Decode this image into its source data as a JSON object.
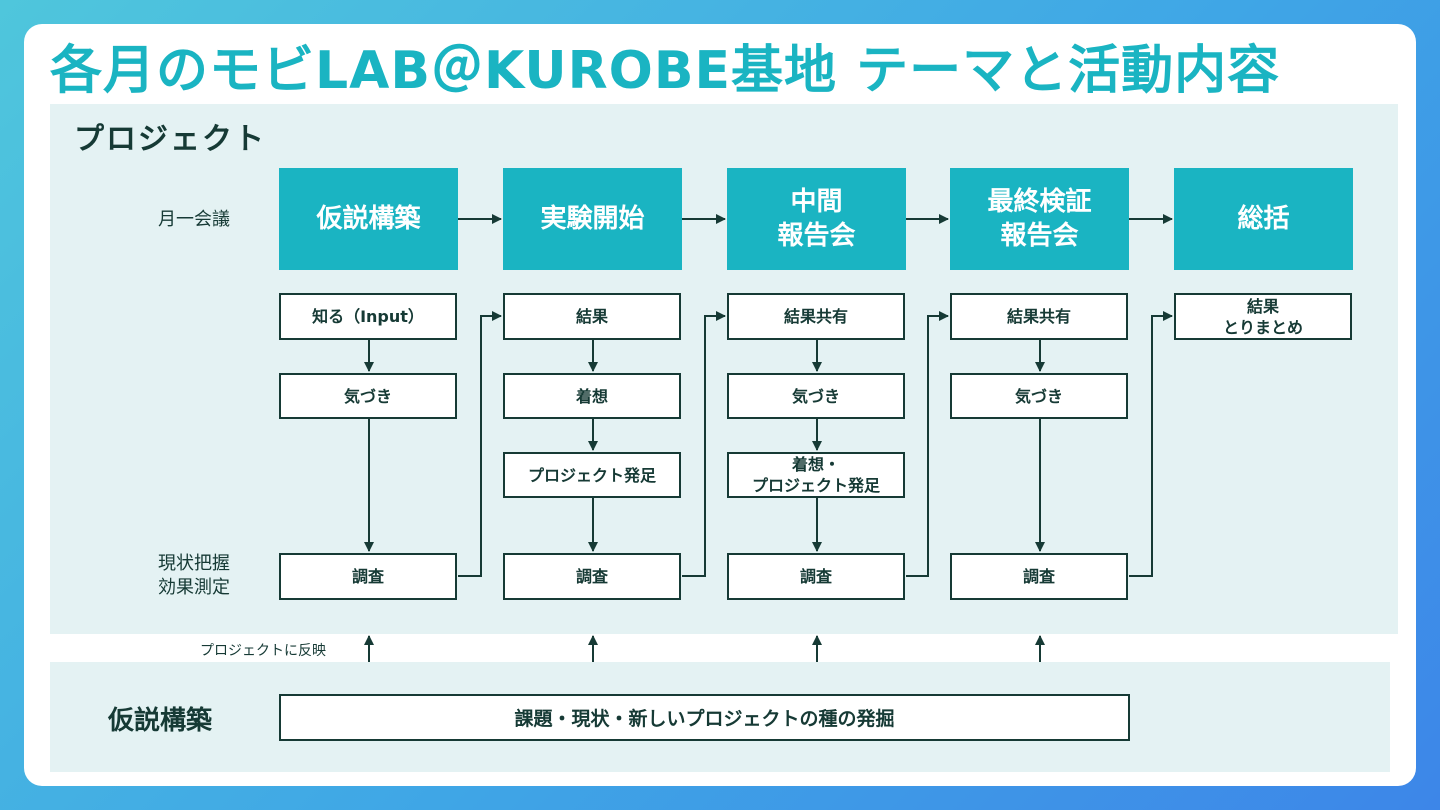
{
  "title": "各月のモビLAB＠KUROBE基地 テーマと活動内容",
  "project_section": {
    "title": "プロジェクト",
    "row_label_meeting": "月一会議",
    "row_label_survey": "現状把握\n効果測定",
    "stages": [
      "仮説構築",
      "実験開始",
      "中間\n報告会",
      "最終検証\n報告会",
      "総括"
    ],
    "columns": [
      {
        "boxes": [
          "知る（Input）",
          "気づき",
          "調査"
        ]
      },
      {
        "boxes": [
          "結果",
          "着想",
          "プロジェクト発足",
          "調査"
        ]
      },
      {
        "boxes": [
          "結果共有",
          "気づき",
          "着想・\nプロジェクト発足",
          "調査"
        ]
      },
      {
        "boxes": [
          "結果共有",
          "気づき",
          "調査"
        ]
      },
      {
        "boxes": [
          "結果\nとりまとめ"
        ]
      }
    ],
    "reflect_label": "プロジェクトに反映"
  },
  "hypothesis_section": {
    "title": "仮説構築",
    "box": "課題・現状・新しいプロジェクトの種の発掘"
  },
  "colors": {
    "accent": "#1ab4c2",
    "panel": "#e4f2f3",
    "dark": "#163a35",
    "background_gradient_start": "#4fc6dc",
    "background_gradient_end": "#3d86e8"
  }
}
